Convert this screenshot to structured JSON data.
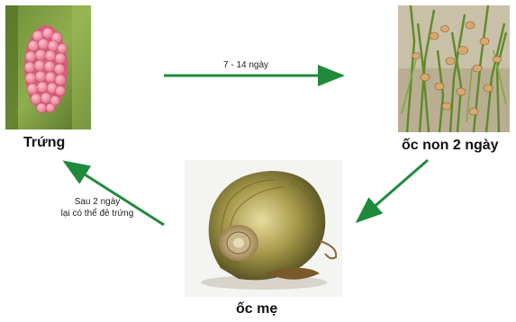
{
  "stages": {
    "eggs": {
      "label": "Trứng"
    },
    "juvenile": {
      "label": "ốc non 2 ngày"
    },
    "mother": {
      "label": "ốc mẹ"
    }
  },
  "arrows": {
    "eggs_to_juvenile": {
      "text": "7 - 14 ngày"
    },
    "mother_to_eggs": {
      "line1": "Sau 2 ngày",
      "line2": "lại có thể đẻ trứng"
    }
  },
  "colors": {
    "arrow": "#1f8a3c",
    "egg": "#f08aa0",
    "grass": "#6a8a3a"
  }
}
